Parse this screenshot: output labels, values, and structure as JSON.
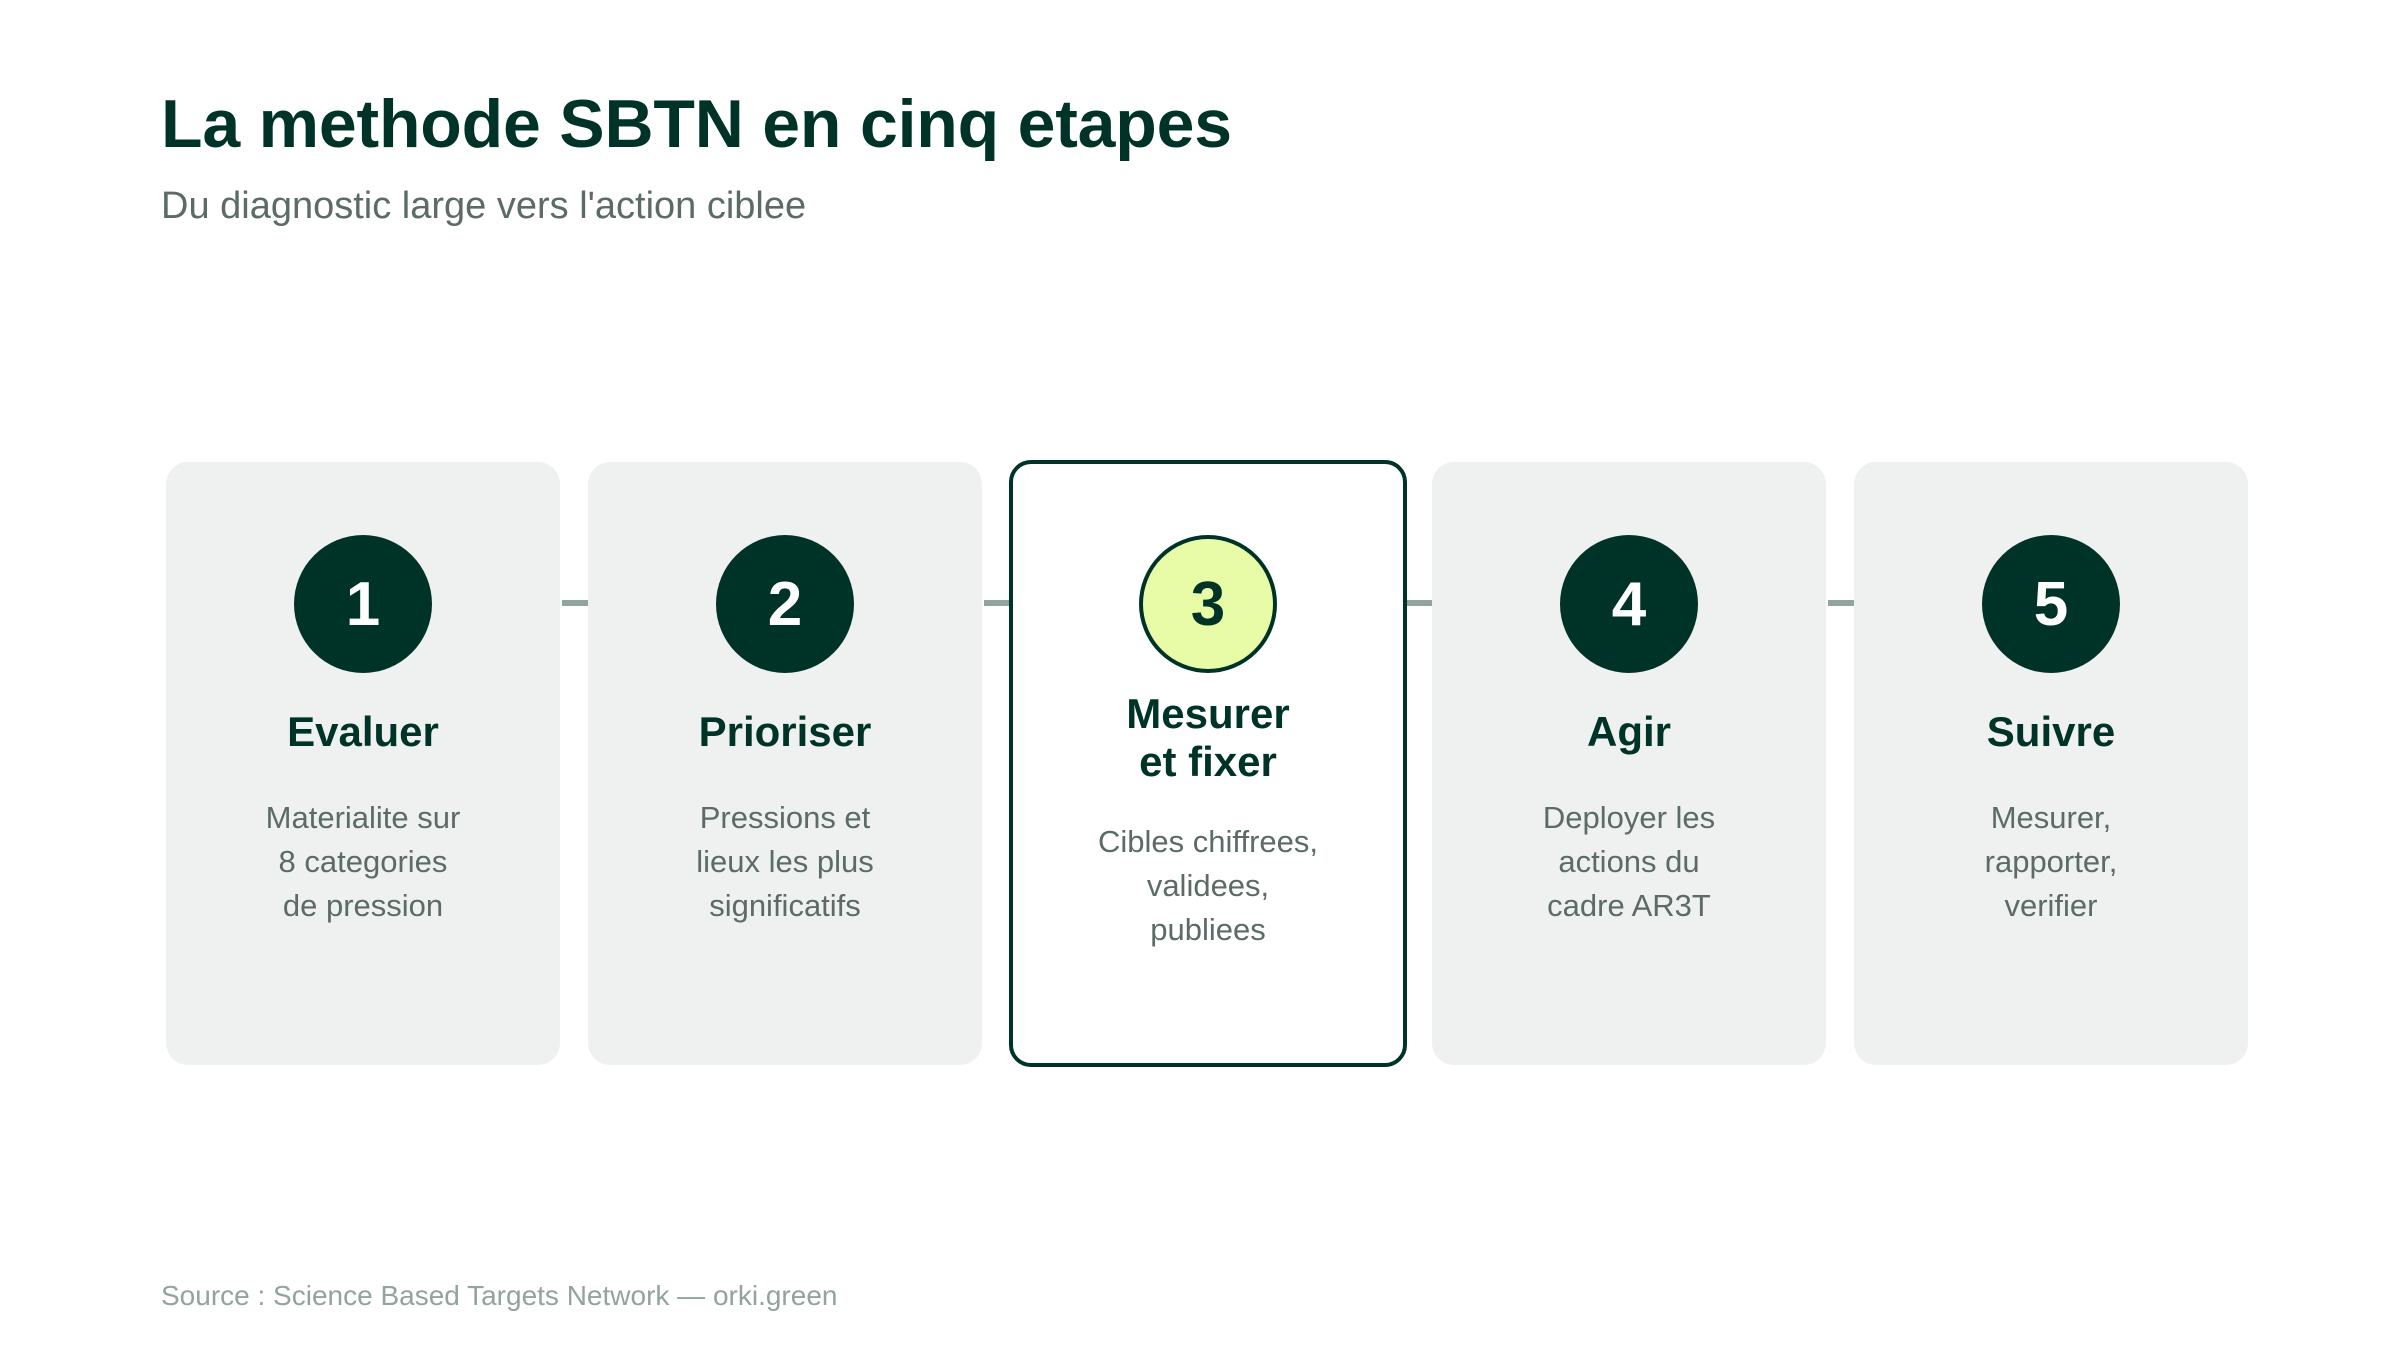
{
  "title": "La methode SBTN en cinq etapes",
  "subtitle": "Du diagnostic large vers l'action ciblee",
  "steps": [
    {
      "number": "1",
      "title": "Evaluer",
      "desc": [
        "Materialite sur",
        "8 categories",
        "de pression"
      ],
      "active": false
    },
    {
      "number": "2",
      "title": "Prioriser",
      "desc": [
        "Pressions et",
        "lieux les plus",
        "significatifs"
      ],
      "active": false
    },
    {
      "number": "3",
      "title_lines": [
        "Mesurer",
        "et fixer"
      ],
      "desc": [
        "Cibles chiffrees,",
        "validees,",
        "publiees"
      ],
      "active": true
    },
    {
      "number": "4",
      "title": "Agir",
      "desc": [
        "Deployer les",
        "actions du",
        "cadre AR3T"
      ],
      "active": false
    },
    {
      "number": "5",
      "title": "Suivre",
      "desc": [
        "Mesurer,",
        "rapporter,",
        "verifier"
      ],
      "active": false
    }
  ],
  "source": "Source : Science Based Targets Network — orki.green",
  "colors": {
    "primary": "#003328",
    "highlight": "#e8fba6",
    "card_bg": "#eff1f0",
    "muted_text": "#5c6b67",
    "connector": "#93a39e"
  }
}
